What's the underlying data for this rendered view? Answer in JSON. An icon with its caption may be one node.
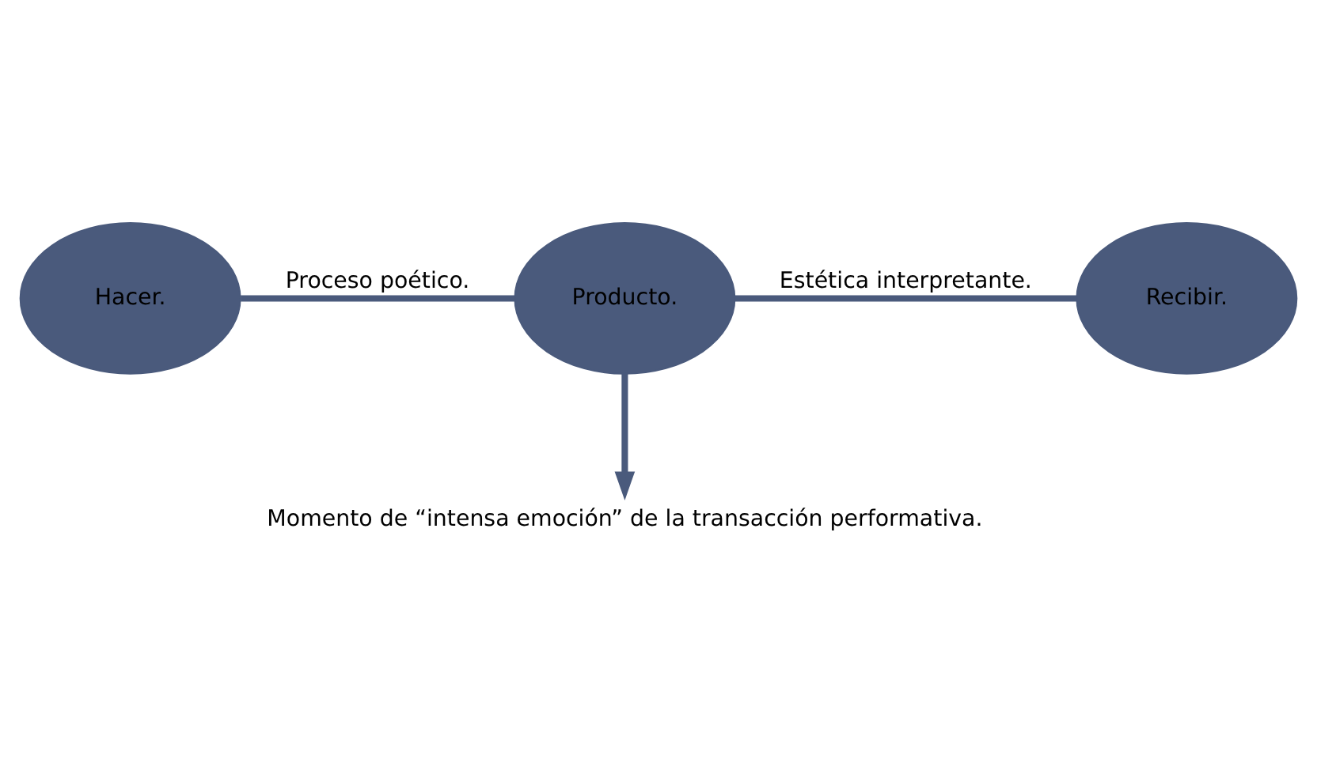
{
  "diagram": {
    "nodes": [
      {
        "text": [
          "Hacer."
        ]
      },
      {
        "text": [
          "Producto."
        ]
      },
      {
        "text": [
          "Recibir."
        ]
      },
      {
        "text": [
          "Momento de “intensa emoción” de la transacción performativa."
        ]
      }
    ],
    "edges": [
      {
        "from": 0,
        "to": 1,
        "arrow": "none",
        "label": "Proceso poético."
      },
      {
        "from": 1,
        "to": 2,
        "arrow": "none",
        "label": "Estética interpretante."
      },
      {
        "from": 1,
        "to": 3,
        "arrow": "to"
      }
    ]
  }
}
